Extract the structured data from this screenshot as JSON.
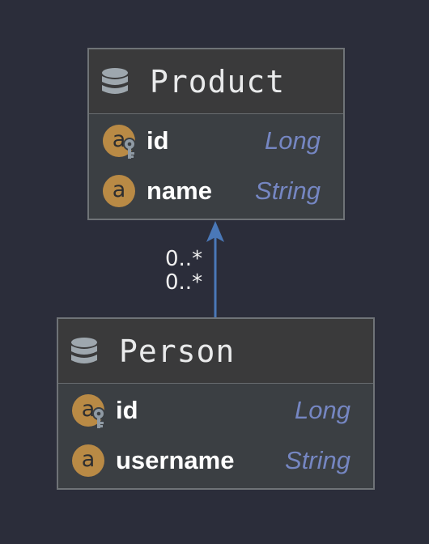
{
  "entities": {
    "product": {
      "title": "Product",
      "fields": [
        {
          "name": "id",
          "type": "Long",
          "icon_letter": "a",
          "primary_key": true
        },
        {
          "name": "name",
          "type": "String",
          "icon_letter": "a",
          "primary_key": false
        }
      ]
    },
    "person": {
      "title": "Person",
      "fields": [
        {
          "name": "id",
          "type": "Long",
          "icon_letter": "a",
          "primary_key": true
        },
        {
          "name": "username",
          "type": "String",
          "icon_letter": "a",
          "primary_key": false
        }
      ]
    }
  },
  "relation": {
    "source_multiplicity": "0..*",
    "target_multiplicity": "0..*",
    "direction": "Person to Product"
  },
  "colors": {
    "background": "#2b2d3a",
    "entity_body": "#3b3f43",
    "entity_header": "#3a3a3b",
    "entity_border": "#6f7377",
    "attribute_icon": "#b98a45",
    "type_text": "#7586c2",
    "arrow": "#4a78b8"
  },
  "icons": {
    "entity": "database-icon",
    "attribute": "attribute-icon",
    "primary_key": "key-icon"
  }
}
